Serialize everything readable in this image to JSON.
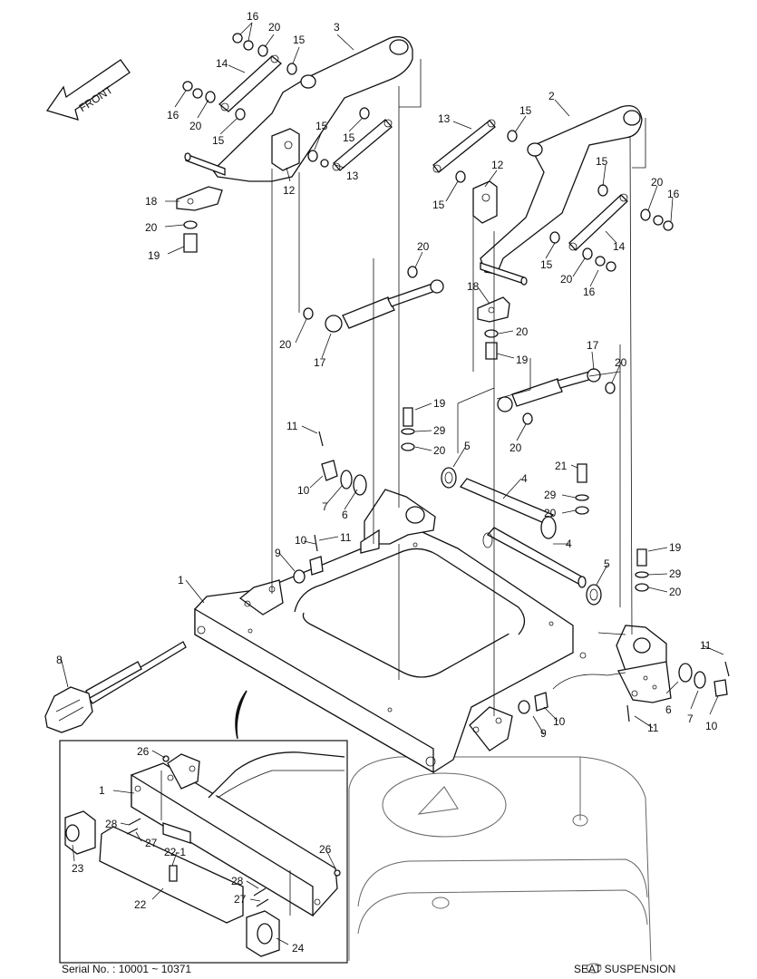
{
  "front_label": "FRONT",
  "footer": {
    "serial": "Serial No. : 10001 ~ 10371",
    "title": "SEAT SUSPENSION"
  },
  "callouts": [
    {
      "id": "c-16-a",
      "text": "16"
    },
    {
      "id": "c-20-a",
      "text": "20"
    },
    {
      "id": "c-3",
      "text": "3"
    },
    {
      "id": "c-15-a",
      "text": "15"
    },
    {
      "id": "c-14-a",
      "text": "14"
    },
    {
      "id": "c-16-b",
      "text": "16"
    },
    {
      "id": "c-20-b",
      "text": "20"
    },
    {
      "id": "c-15-b",
      "text": "15"
    },
    {
      "id": "c-15-c",
      "text": "15"
    },
    {
      "id": "c-15-d",
      "text": "15"
    },
    {
      "id": "c-12-a",
      "text": "12"
    },
    {
      "id": "c-13-a",
      "text": "13"
    },
    {
      "id": "c-18-a",
      "text": "18"
    },
    {
      "id": "c-20-c",
      "text": "20"
    },
    {
      "id": "c-19-a",
      "text": "19"
    },
    {
      "id": "c-2",
      "text": "2"
    },
    {
      "id": "c-13-b",
      "text": "13"
    },
    {
      "id": "c-15-e",
      "text": "15"
    },
    {
      "id": "c-12-b",
      "text": "12"
    },
    {
      "id": "c-15-f",
      "text": "15"
    },
    {
      "id": "c-15-g",
      "text": "15"
    },
    {
      "id": "c-20-d",
      "text": "20"
    },
    {
      "id": "c-16-c",
      "text": "16"
    },
    {
      "id": "c-14-b",
      "text": "14"
    },
    {
      "id": "c-15-h",
      "text": "15"
    },
    {
      "id": "c-20-e",
      "text": "20"
    },
    {
      "id": "c-16-d",
      "text": "16"
    },
    {
      "id": "c-18-b",
      "text": "18"
    },
    {
      "id": "c-20-f",
      "text": "20"
    },
    {
      "id": "c-19-b",
      "text": "19"
    },
    {
      "id": "c-20-g",
      "text": "20"
    },
    {
      "id": "c-20-h",
      "text": "20"
    },
    {
      "id": "c-17-a",
      "text": "17"
    },
    {
      "id": "c-17-b",
      "text": "17"
    },
    {
      "id": "c-20-i",
      "text": "20"
    },
    {
      "id": "c-20-j",
      "text": "20"
    },
    {
      "id": "c-19-c",
      "text": "19"
    },
    {
      "id": "c-29-a",
      "text": "29"
    },
    {
      "id": "c-20-k",
      "text": "20"
    },
    {
      "id": "c-11-a",
      "text": "11"
    },
    {
      "id": "c-10-a",
      "text": "10"
    },
    {
      "id": "c-7-a",
      "text": "7"
    },
    {
      "id": "c-6-a",
      "text": "6"
    },
    {
      "id": "c-5-a",
      "text": "5"
    },
    {
      "id": "c-4-a",
      "text": "4"
    },
    {
      "id": "c-21",
      "text": "21"
    },
    {
      "id": "c-29-b",
      "text": "29"
    },
    {
      "id": "c-20-l",
      "text": "20"
    },
    {
      "id": "c-4-b",
      "text": "4"
    },
    {
      "id": "c-10-b",
      "text": "10"
    },
    {
      "id": "c-11-b",
      "text": "11"
    },
    {
      "id": "c-9-a",
      "text": "9"
    },
    {
      "id": "c-19-d",
      "text": "19"
    },
    {
      "id": "c-29-c",
      "text": "29"
    },
    {
      "id": "c-20-m",
      "text": "20"
    },
    {
      "id": "c-5-b",
      "text": "5"
    },
    {
      "id": "c-1-a",
      "text": "1"
    },
    {
      "id": "c-8",
      "text": "8"
    },
    {
      "id": "c-11-c",
      "text": "11"
    },
    {
      "id": "c-6-b",
      "text": "6"
    },
    {
      "id": "c-7-b",
      "text": "7"
    },
    {
      "id": "c-10-c",
      "text": "10"
    },
    {
      "id": "c-11-d",
      "text": "11"
    },
    {
      "id": "c-9-b",
      "text": "9"
    },
    {
      "id": "c-10-d",
      "text": "10"
    },
    {
      "id": "c-26-a",
      "text": "26"
    },
    {
      "id": "c-1-b",
      "text": "1"
    },
    {
      "id": "c-28-a",
      "text": "28"
    },
    {
      "id": "c-27-a",
      "text": "27"
    },
    {
      "id": "c-23",
      "text": "23"
    },
    {
      "id": "c-22-1",
      "text": "22-1"
    },
    {
      "id": "c-22",
      "text": "22"
    },
    {
      "id": "c-26-b",
      "text": "26"
    },
    {
      "id": "c-28-b",
      "text": "28"
    },
    {
      "id": "c-27-b",
      "text": "27"
    },
    {
      "id": "c-24",
      "text": "24"
    }
  ]
}
